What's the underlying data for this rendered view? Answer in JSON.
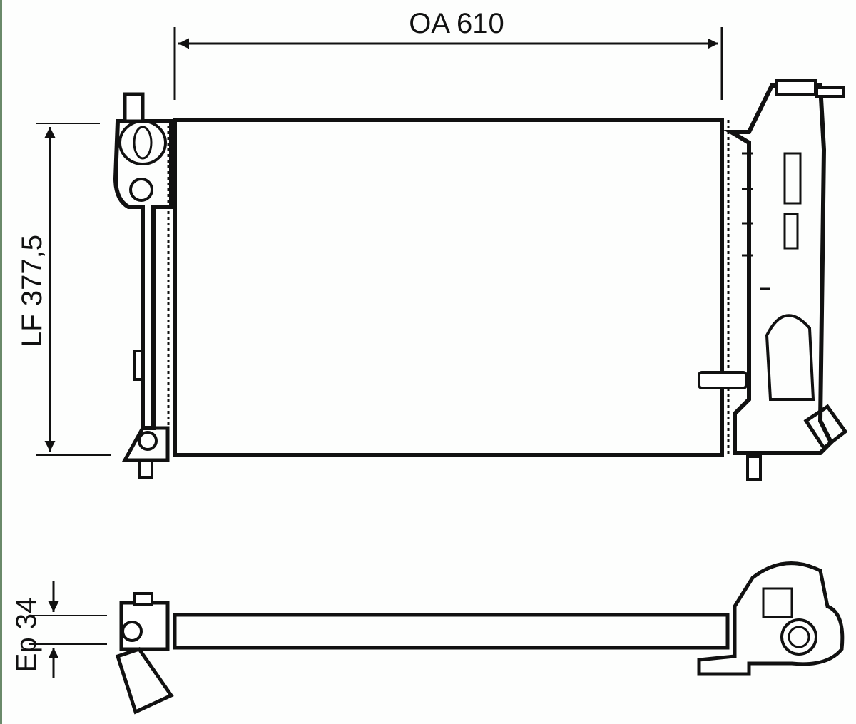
{
  "dimensions": {
    "overall_width": "OA 610",
    "core_height": "LF 377,5",
    "thickness": "Ep 34"
  }
}
